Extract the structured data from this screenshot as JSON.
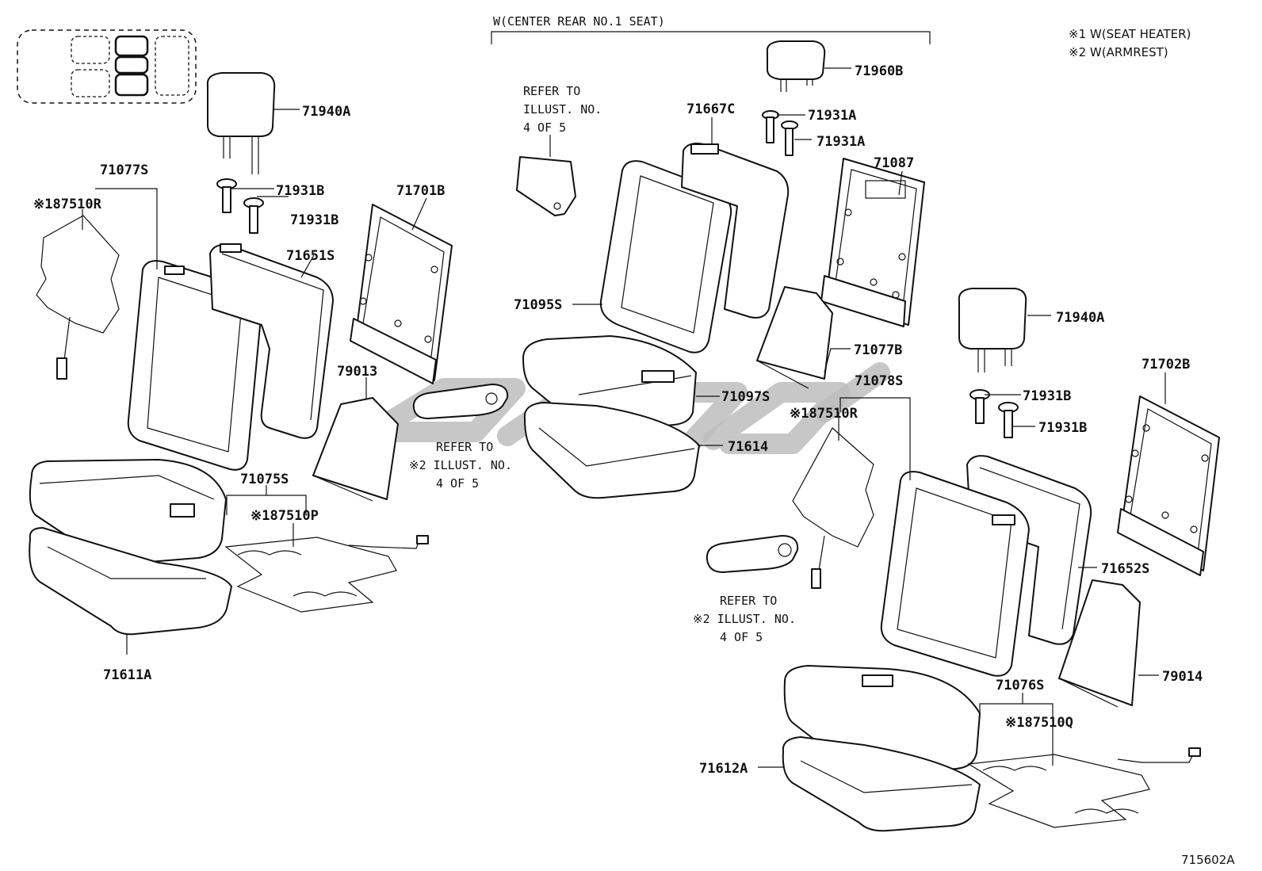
{
  "header": {
    "group_label": "W(CENTER REAR NO.1 SEAT)",
    "legend": [
      "※1 W(SEAT HEATER)",
      "※2 W(ARMREST)"
    ]
  },
  "callouts": [
    {
      "id": "c-71940A-left",
      "text": "71940A"
    },
    {
      "id": "c-71931B-a",
      "text": "71931B"
    },
    {
      "id": "c-71931B-b",
      "text": "71931B"
    },
    {
      "id": "c-71077S",
      "text": "71077S"
    },
    {
      "id": "c-87510R-left",
      "text": "※187510R"
    },
    {
      "id": "c-71701B",
      "text": "71701B"
    },
    {
      "id": "c-71651S",
      "text": "71651S"
    },
    {
      "id": "c-79013",
      "text": "79013"
    },
    {
      "id": "c-71075S",
      "text": "71075S"
    },
    {
      "id": "c-87510P",
      "text": "※187510P"
    },
    {
      "id": "c-71611A",
      "text": "71611A"
    },
    {
      "id": "c-71960B",
      "text": "71960B"
    },
    {
      "id": "c-71931A-a",
      "text": "71931A"
    },
    {
      "id": "c-71931A-b",
      "text": "71931A"
    },
    {
      "id": "c-71667C",
      "text": "71667C"
    },
    {
      "id": "c-71087",
      "text": "71087"
    },
    {
      "id": "c-71095S",
      "text": "71095S"
    },
    {
      "id": "c-71077B",
      "text": "71077B"
    },
    {
      "id": "c-71097S",
      "text": "71097S"
    },
    {
      "id": "c-71614",
      "text": "71614"
    },
    {
      "id": "c-71078S",
      "text": "71078S"
    },
    {
      "id": "c-87510R-right",
      "text": "※187510R"
    },
    {
      "id": "c-71940A-right",
      "text": "71940A"
    },
    {
      "id": "c-71702B",
      "text": "71702B"
    },
    {
      "id": "c-71931B-c",
      "text": "71931B"
    },
    {
      "id": "c-71931B-d",
      "text": "71931B"
    },
    {
      "id": "c-71652S",
      "text": "71652S"
    },
    {
      "id": "c-79014",
      "text": "79014"
    },
    {
      "id": "c-71076S",
      "text": "71076S"
    },
    {
      "id": "c-87510Q",
      "text": "※187510Q"
    },
    {
      "id": "c-71612A",
      "text": "71612A"
    }
  ],
  "refer_notes": [
    {
      "id": "refer-top",
      "lines": [
        "REFER TO",
        "ILLUST. NO.",
        "4 OF 5"
      ]
    },
    {
      "id": "refer-mid",
      "lines": [
        "REFER TO",
        "※2 ILLUST. NO.",
        "4 OF 5"
      ]
    },
    {
      "id": "refer-bottom",
      "lines": [
        "REFER TO",
        "※2 ILLUST. NO.",
        "4 OF 5"
      ]
    }
  ],
  "figure_id": "715602A"
}
